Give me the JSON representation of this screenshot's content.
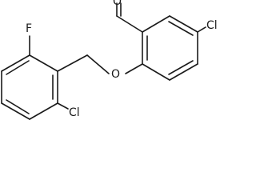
{
  "molecule": {
    "atoms": {
      "chlorine_right": "Cl",
      "oxygen_ether": "O",
      "fluorine": "F",
      "chlorine_bottom": "Cl",
      "oxygen_aldehyde": "O"
    }
  }
}
